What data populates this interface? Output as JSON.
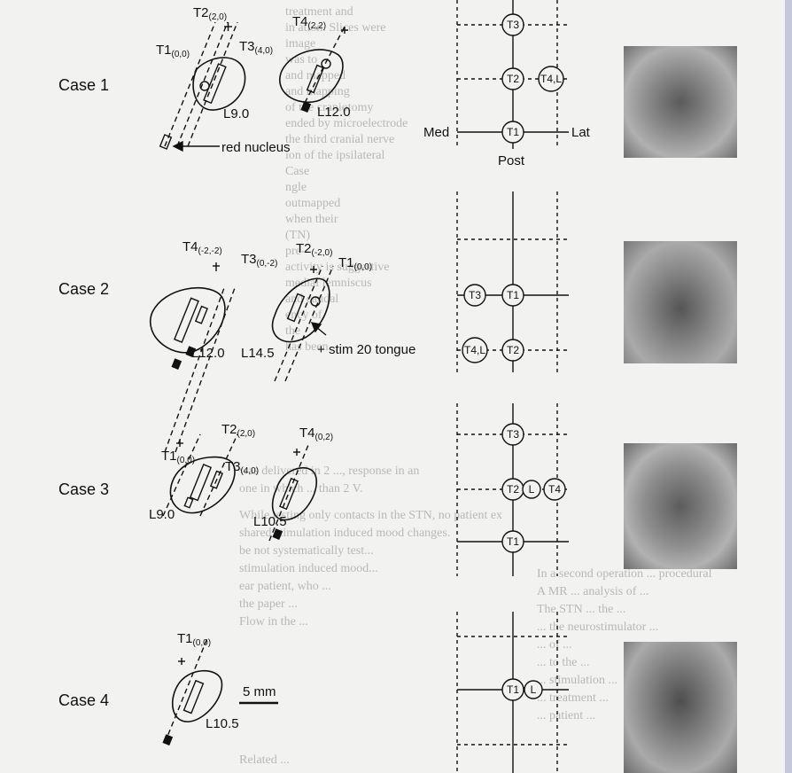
{
  "cases": [
    {
      "label": "Case 1"
    },
    {
      "label": "Case 2"
    },
    {
      "label": "Case 3"
    },
    {
      "label": "Case 4"
    }
  ],
  "left_panel": {
    "case1": {
      "t1": "T1",
      "t1_sub": "(0,0)",
      "t2": "T2",
      "t2_sub": "(2,0)",
      "t3": "T3",
      "t3_sub": "(4,0)",
      "t4": "T4",
      "t4_sub": "(2,2)",
      "level_left": "L9.0",
      "level_right": "L12.0",
      "annotation": "red nucleus"
    },
    "case2": {
      "t4": "T4",
      "t4_sub": "(-2,-2)",
      "t3": "T3",
      "t3_sub": "(0,-2)",
      "t2": "T2",
      "t2_sub": "(-2,0)",
      "t1": "T1",
      "t1_sub": "(0,0)",
      "level_left": "L12.0",
      "level_right": "L14.5",
      "annotation": "stim 20 tongue"
    },
    "case3": {
      "t2": "T2",
      "t2_sub": "(2,0)",
      "t4": "T4",
      "t4_sub": "(0,2)",
      "t1": "T1",
      "t1_sub": "(0,0)",
      "t3": "T3",
      "t3_sub": "(4,0)",
      "level_left": "L9.0",
      "level_right": "L10.5"
    },
    "case4": {
      "t1": "T1",
      "t1_sub": "(0,0)",
      "level": "L10.5",
      "scale": "5 mm"
    }
  },
  "middle_panel": {
    "axis_med": "Med",
    "axis_lat": "Lat",
    "axis_post": "Post",
    "case1_nodes": [
      "T3",
      "T2",
      "T4,L",
      "T1"
    ],
    "case2_nodes": [
      "T3",
      "T1",
      "T4,L",
      "T2"
    ],
    "case3_nodes": [
      "T3",
      "T2",
      "L",
      "T4",
      "T1"
    ],
    "case4_nodes": [
      "T1",
      "L"
    ]
  },
  "bg_text": {
    "col1": [
      "treatment and",
      "in ation. Slices were",
      "image",
      "was to",
      "and mapped",
      "and mapping",
      "of the craniotomy",
      "ended by microelectrode",
      "the third cranial nerve",
      "ion of the ipsilateral",
      "Case",
      "ngle",
      "outmapped",
      "when their",
      "(TN)",
      "pre-",
      "activity is suggestive",
      "medial lemniscus",
      "and caudal",
      "ency of",
      "the",
      "has been",
      "was delivered in 2 ..., response in an",
      "one in which ... than 2 V.",
      "While testing only contacts in the STN, no patient ex",
      "shared stimulation induced mood changes.",
      "be not systematically test...",
      "stimulation induced mood...",
      "ear patient, who ...",
      "the paper ...",
      "Flow in the ...",
      "Related ..."
    ],
    "col2": [
      "In a second operation ... procedural",
      "A MR ... analysis of ...",
      "The STN ... the ...",
      "... the neurostimulator ...",
      "... of ...",
      "... to the ...",
      "... stimulation ...",
      "... treatment ...",
      "... patient ..."
    ]
  }
}
